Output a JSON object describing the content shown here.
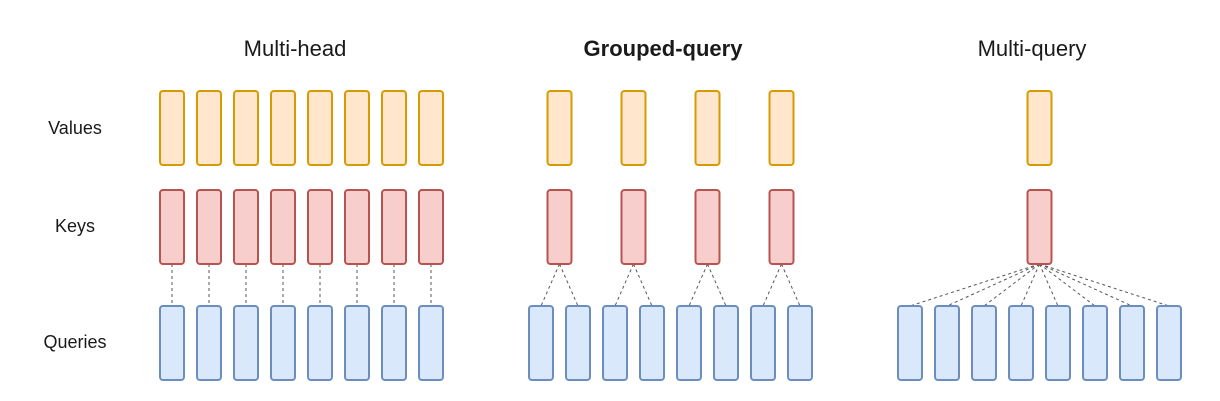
{
  "row_labels": {
    "values": "Values",
    "keys": "Keys",
    "queries": "Queries"
  },
  "panels": [
    {
      "title": "Multi-head",
      "title_bold": false,
      "query_heads": 8,
      "kv_heads": 8
    },
    {
      "title": "Grouped-query",
      "title_bold": true,
      "query_heads": 8,
      "kv_heads": 4
    },
    {
      "title": "Multi-query",
      "title_bold": false,
      "query_heads": 8,
      "kv_heads": 1
    }
  ],
  "colors": {
    "values_fill": "#ffe6cc",
    "values_stroke": "#d79b00",
    "keys_fill": "#f8cecc",
    "keys_stroke": "#b85450",
    "queries_fill": "#dae8fc",
    "queries_stroke": "#6c8ebf",
    "connector": "#555555",
    "text": "#1a1a1a"
  }
}
